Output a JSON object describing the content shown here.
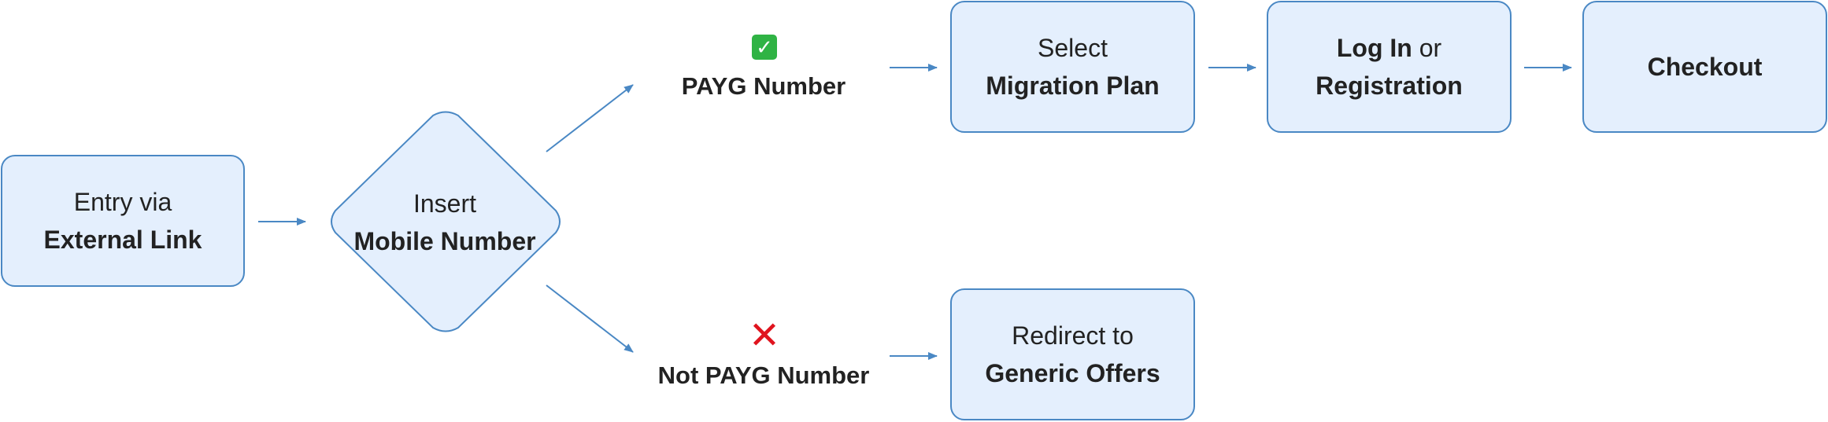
{
  "nodes": {
    "entry": {
      "line1": "Entry via",
      "line2": "External Link"
    },
    "insert": {
      "line1": "Insert",
      "line2": "Mobile Number"
    },
    "payg": {
      "mark": "✓",
      "label": "PAYG Number"
    },
    "not_payg": {
      "mark": "✕",
      "label": "Not PAYG Number"
    },
    "select": {
      "line1": "Select",
      "line2": "Migration Plan"
    },
    "login": {
      "line1_bold": "Log In",
      "line1_rest": " or",
      "line2": "Registration"
    },
    "checkout": {
      "line1": "Checkout"
    },
    "redirect": {
      "line1": "Redirect to",
      "line2": "Generic Offers"
    }
  },
  "colors": {
    "box_fill": "#e4effd",
    "box_border": "#4a88c4",
    "arrow": "#4a88c4",
    "check": "#2fb344",
    "cross": "#e0141e"
  },
  "icons": {
    "payg_mark": "check-icon",
    "not_payg_mark": "cross-icon"
  }
}
